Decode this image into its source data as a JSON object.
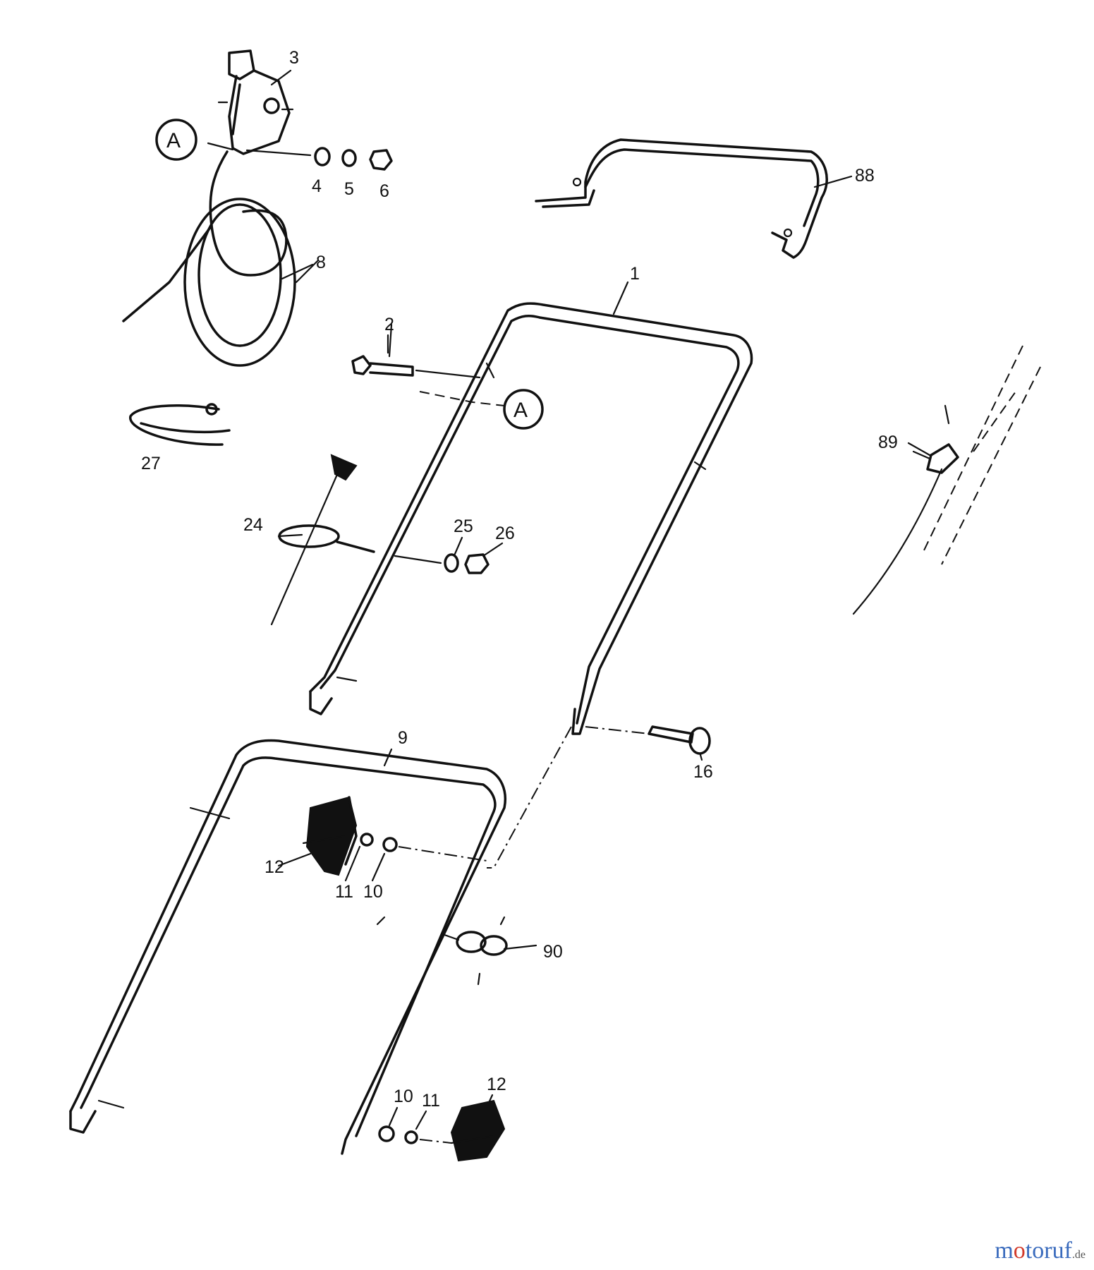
{
  "labels": {
    "p1": "1",
    "p2": "2",
    "p3": "3",
    "p4": "4",
    "p5": "5",
    "p6": "6",
    "p8": "8",
    "p9": "9",
    "p10a": "10",
    "p10b": "10",
    "p11a": "11",
    "p11b": "11",
    "p12a": "12",
    "p12b": "12",
    "p16": "16",
    "p24": "24",
    "p25": "25",
    "p26": "26",
    "p27": "27",
    "p88": "88",
    "p89": "89",
    "p90": "90"
  },
  "callouts": {
    "a1": "A",
    "a2": "A"
  },
  "watermark": {
    "brand_part1": "m",
    "brand_part2": "o",
    "brand_part3": "toruf",
    "tld": ".de"
  }
}
